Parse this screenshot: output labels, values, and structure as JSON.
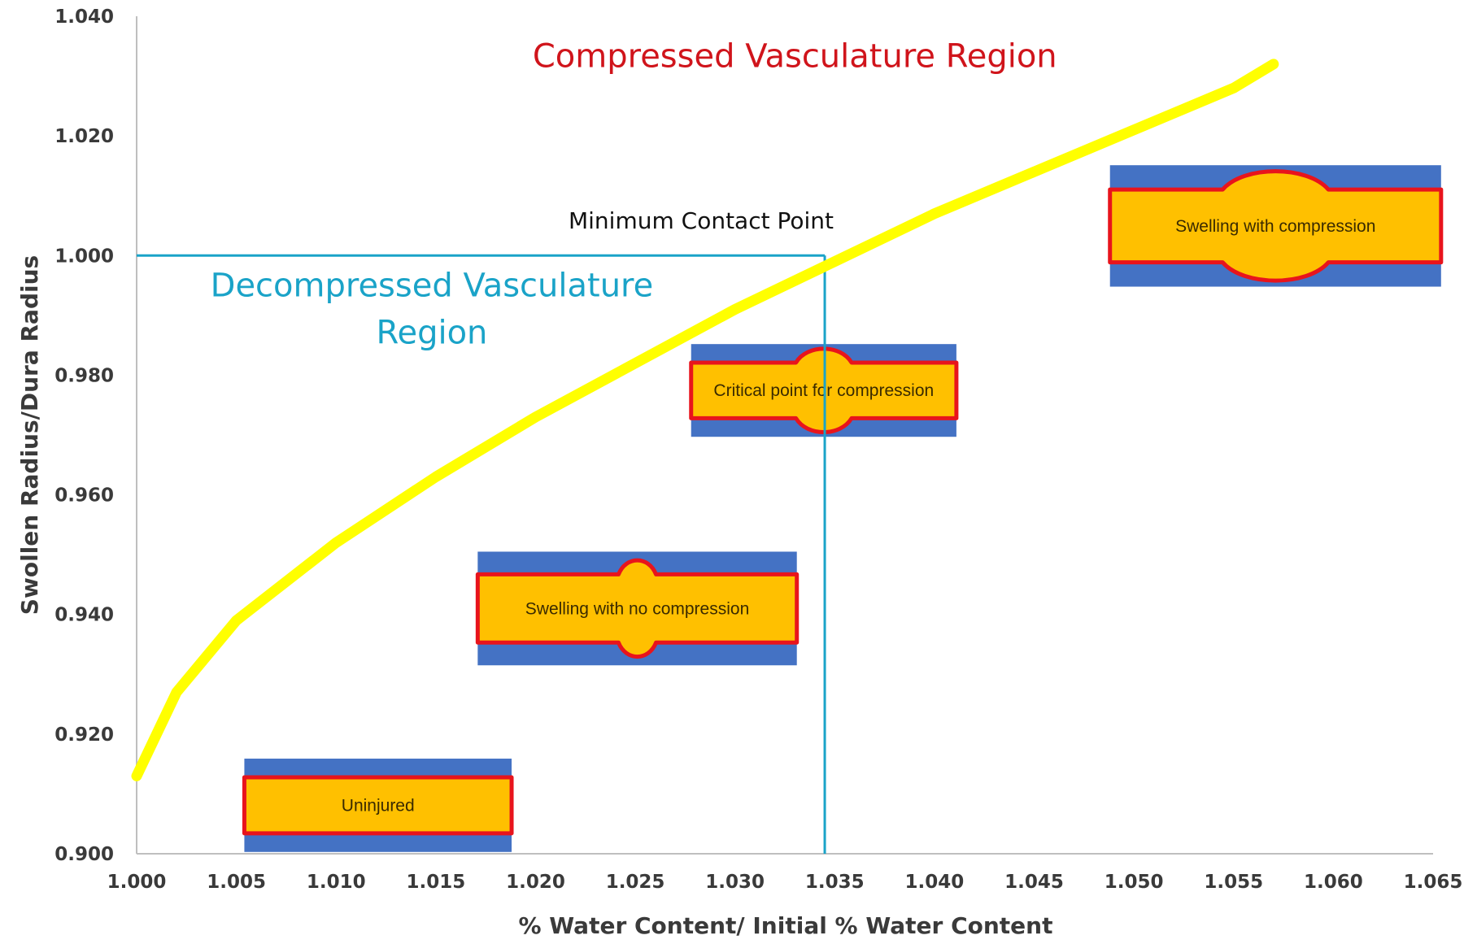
{
  "chart_data": {
    "type": "line",
    "xlabel": "% Water Content/ Initial % Water Content",
    "ylabel": "Swollen Radius/Dura Radius",
    "xlim": [
      1.0,
      1.065
    ],
    "ylim": [
      0.9,
      1.04
    ],
    "x_ticks": [
      "1.000",
      "1.005",
      "1.010",
      "1.015",
      "1.020",
      "1.025",
      "1.030",
      "1.035",
      "1.040",
      "1.045",
      "1.050",
      "1.055",
      "1.060",
      "1.065"
    ],
    "y_ticks": [
      "0.900",
      "0.920",
      "0.940",
      "0.960",
      "0.980",
      "1.000",
      "1.020",
      "1.040"
    ],
    "grid": false,
    "series": [
      {
        "color": "#ffff00",
        "x": [
          1.0,
          1.002,
          1.005,
          1.01,
          1.015,
          1.02,
          1.025,
          1.03,
          1.035,
          1.04,
          1.045,
          1.05,
          1.055,
          1.057
        ],
        "y": [
          0.913,
          0.927,
          0.939,
          0.952,
          0.963,
          0.973,
          0.982,
          0.991,
          0.999,
          1.007,
          1.014,
          1.021,
          1.028,
          1.032
        ]
      }
    ],
    "reference_lines": [
      {
        "type": "horizontal",
        "y": 1.0,
        "x_to": 1.0345,
        "color": "#1aa3c8"
      },
      {
        "type": "vertical",
        "x": 1.0345,
        "y_from": 0.9,
        "y_to": 1.0,
        "color": "#1aa3c8"
      }
    ],
    "annotations": [
      {
        "id": "compressed",
        "text": "Compressed Vasculature Region",
        "x": 1.033,
        "y": 1.0315,
        "color": "#d0141b"
      },
      {
        "id": "decompressed1",
        "text": "Decompressed Vasculature",
        "x": 1.0148,
        "y": 0.9932,
        "color": "#1aa3c8"
      },
      {
        "id": "decompressed2",
        "text": "Region",
        "x": 1.0148,
        "y": 0.9853,
        "color": "#1aa3c8"
      },
      {
        "id": "mcp",
        "text": "Minimum Contact Point",
        "x": 1.0283,
        "y": 1.0045,
        "color": "#111111"
      }
    ],
    "insets": [
      {
        "label": "Uninjured",
        "bulge": 0,
        "x0": 1.0054,
        "x1": 1.0188,
        "y0": 0.9003,
        "y1": 0.9159
      },
      {
        "label": "Swelling with no compression",
        "bulge": 0.55,
        "x0": 1.0171,
        "x1": 1.0331,
        "y0": 0.9315,
        "y1": 0.9505
      },
      {
        "label": "Critical point for compression",
        "bulge": 1.0,
        "x0": 1.0278,
        "x1": 1.0411,
        "y0": 0.9697,
        "y1": 0.9852
      },
      {
        "label": "Swelling with compression",
        "bulge": 1.45,
        "x0": 1.0488,
        "x1": 1.0654,
        "y0": 0.9948,
        "y1": 1.0151
      }
    ],
    "colors": {
      "axis": "#bfbfbf",
      "tissue": "#ffc000",
      "dura": "#4472c4",
      "membrane": "#e8141c",
      "curve": "#ffff00",
      "reference": "#1aa3c8"
    }
  }
}
